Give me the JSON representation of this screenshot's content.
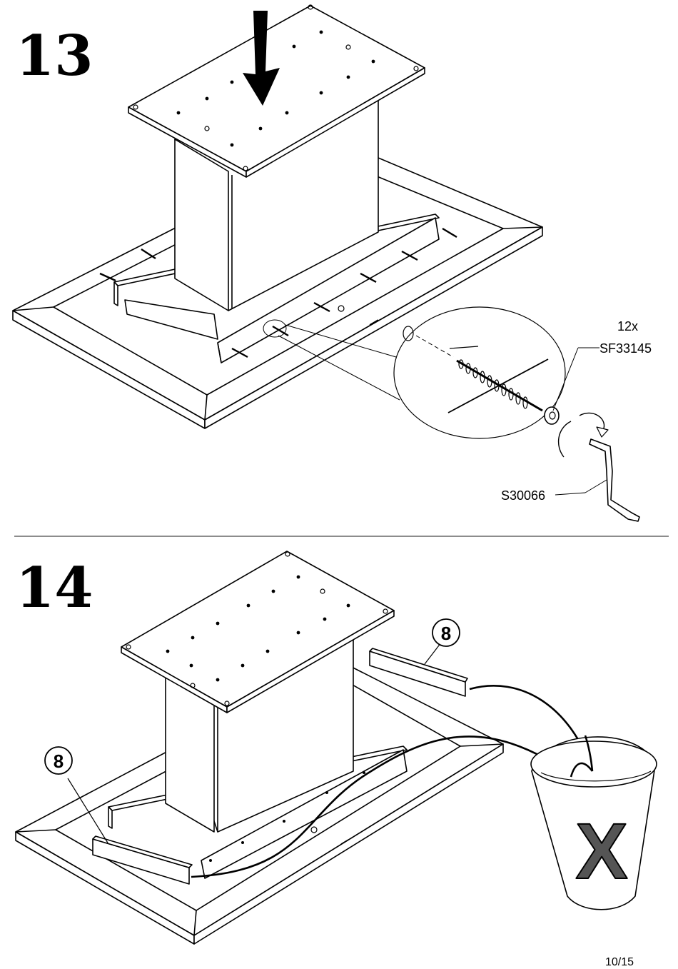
{
  "step_13": {
    "number": "13",
    "screw_count": "12x",
    "screw_code": "SF33145",
    "tool_code": "S30066"
  },
  "step_14": {
    "number": "14",
    "part_badge_right": "8",
    "part_badge_left": "8",
    "discard_mark": "X"
  },
  "footer": {
    "page_number": "10/15"
  }
}
